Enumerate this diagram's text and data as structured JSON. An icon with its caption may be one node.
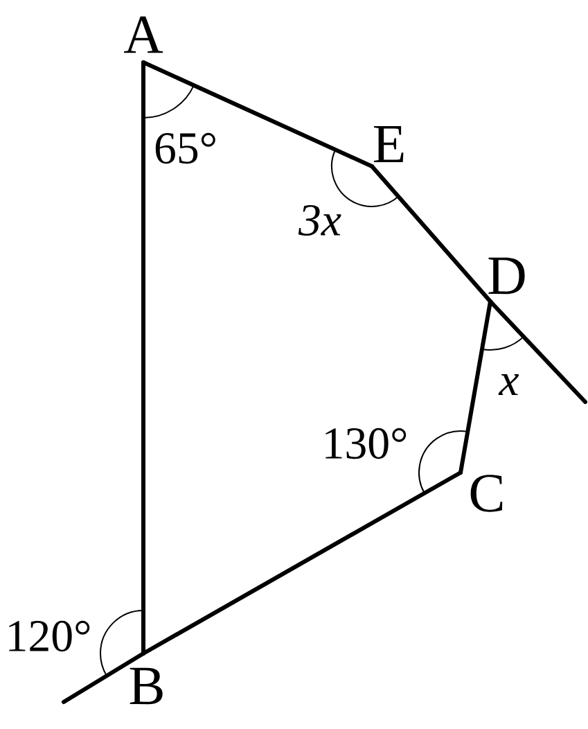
{
  "diagram": {
    "nodes": [
      {
        "text": [
          "A"
        ]
      },
      {
        "text": [
          "E"
        ]
      },
      {
        "text": [
          "D"
        ]
      },
      {
        "text": [
          "C"
        ]
      },
      {
        "text": [
          "B"
        ]
      }
    ],
    "edges": [
      {
        "from": 0,
        "to": 4,
        "arrow": "none"
      },
      {
        "from": 0,
        "to": 1,
        "arrow": "none"
      },
      {
        "from": 1,
        "to": 2,
        "arrow": "none"
      },
      {
        "from": 2,
        "to": 3,
        "arrow": "none"
      },
      {
        "from": 3,
        "to": 4,
        "arrow": "none"
      },
      {
        "from": 2,
        "to": null,
        "arrow": "none"
      },
      {
        "from": 4,
        "to": null,
        "arrow": "none"
      }
    ],
    "labels": [
      "65°",
      "3x",
      "x",
      "130°",
      "120°"
    ]
  }
}
